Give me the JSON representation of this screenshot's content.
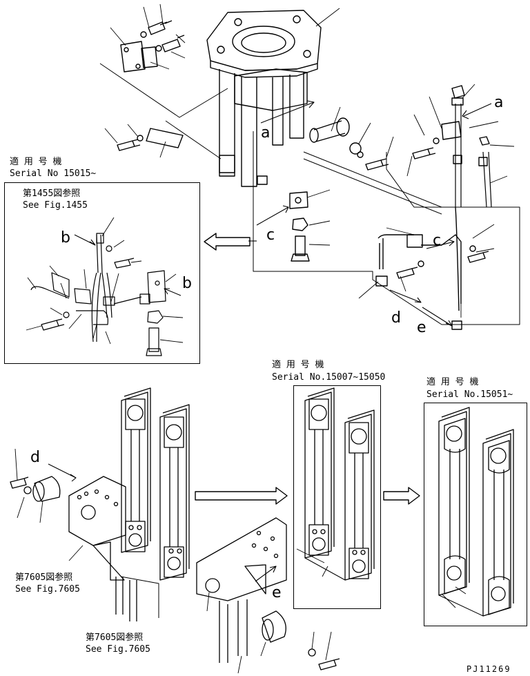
{
  "serial_notes": {
    "left": {
      "jp": "適 用 号 機",
      "en": "Serial No 15015~"
    },
    "middle": {
      "jp": "適 用 号 機",
      "en": "Serial No.15007~15050"
    },
    "right": {
      "jp": "適 用 号 機",
      "en": "Serial No.15051~"
    }
  },
  "fig_refs": {
    "fig1455": {
      "jp": "第1455図参照",
      "en": "See Fig.1455"
    },
    "fig7605_a": {
      "jp": "第7605図参照",
      "en": "See Fig.7605"
    },
    "fig7605_b": {
      "jp": "第7605図参照",
      "en": "See Fig.7605"
    }
  },
  "callouts": {
    "a": "a",
    "b": "b",
    "c": "c",
    "d": "d",
    "e": "e"
  },
  "drawing_id": "PJ11269",
  "colors": {
    "line": "#000000",
    "background": "#ffffff"
  }
}
